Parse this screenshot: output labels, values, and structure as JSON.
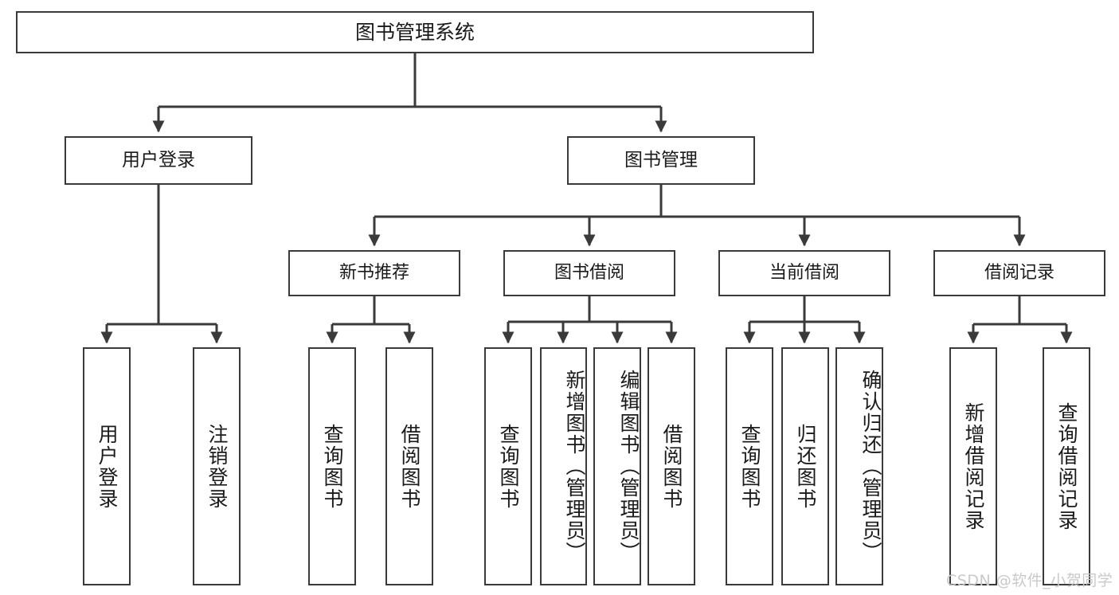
{
  "diagram": {
    "type": "tree-hierarchy",
    "title": "图书管理系统",
    "root": {
      "label": "图书管理系统"
    },
    "level2": [
      {
        "label": "用户登录"
      },
      {
        "label": "图书管理"
      }
    ],
    "level3": [
      {
        "label": "新书推荐"
      },
      {
        "label": "图书借阅"
      },
      {
        "label": "当前借阅"
      },
      {
        "label": "借阅记录"
      }
    ],
    "leaves": {
      "user_login": [
        {
          "label": "用户登录"
        },
        {
          "label": "注销登录"
        }
      ],
      "new_book_recommend": [
        {
          "label": "查询图书"
        },
        {
          "label": "借阅图书"
        }
      ],
      "book_borrow": [
        {
          "label": "查询图书"
        },
        {
          "label": "新增图书（管理员）"
        },
        {
          "label": "编辑图书（管理员）"
        },
        {
          "label": "借阅图书"
        }
      ],
      "current_borrow": [
        {
          "label": "查询图书"
        },
        {
          "label": "归还图书"
        },
        {
          "label": "确认归还（管理员）"
        }
      ],
      "borrow_record": [
        {
          "label": "新增借阅记录"
        },
        {
          "label": "查询借阅记录"
        }
      ]
    }
  },
  "watermark": {
    "text": "CSDN @软件_小贺同学"
  },
  "colors": {
    "stroke": "#3a3a3a",
    "text": "#1a1a1a",
    "background": "#ffffff",
    "watermark": "#c9c9c9"
  }
}
